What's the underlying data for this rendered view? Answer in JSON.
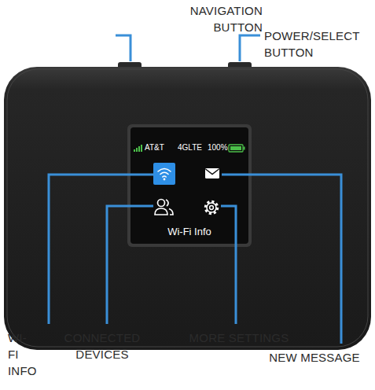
{
  "diagram": {
    "labels": [
      "NAVIGATION BUTTON",
      "POWER/SELECT BUTTON",
      "AT&T",
      "4GLTE",
      "100%",
      "Wi-Fi Info",
      "WI-FI INFO",
      "CONNECTED DEVICES",
      "MORE SETTINGS",
      "NEW MESSAGE"
    ]
  }
}
